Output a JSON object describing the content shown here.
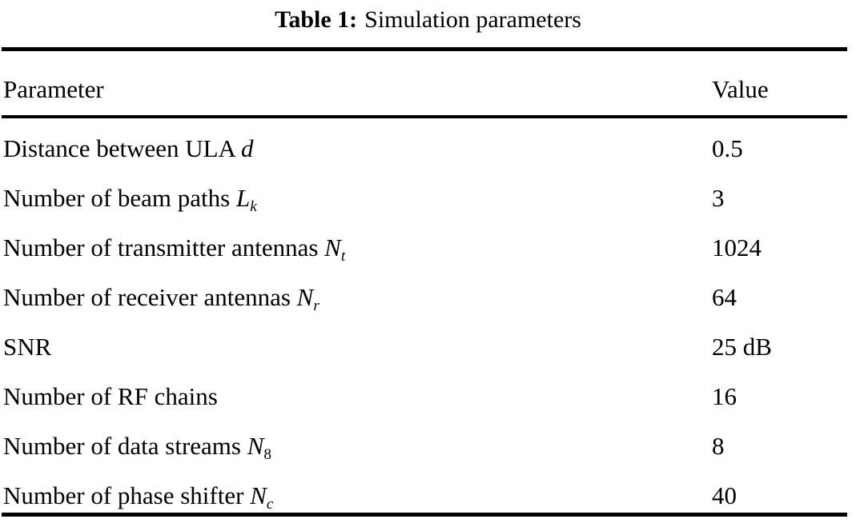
{
  "caption": {
    "label": "Table 1:",
    "text": "Simulation parameters"
  },
  "table": {
    "columns": [
      "Parameter",
      "Value"
    ],
    "header": {
      "parameter": "Parameter",
      "value": "Value"
    },
    "rows": [
      {
        "parameter_text": "Distance between ULA d",
        "parameter_prefix": "Distance between ULA ",
        "symbol": "d",
        "subscript": "",
        "value": "0.5"
      },
      {
        "parameter_text": "Number of beam paths Lk",
        "parameter_prefix": "Number of beam paths ",
        "symbol": "L",
        "subscript": "k",
        "value": "3"
      },
      {
        "parameter_text": "Number of transmitter antennas Nt",
        "parameter_prefix": "Number of transmitter antennas ",
        "symbol": "N",
        "subscript": "t",
        "value": "1024"
      },
      {
        "parameter_text": "Number of receiver antennas Nr",
        "parameter_prefix": "Number of receiver antennas ",
        "symbol": "N",
        "subscript": "r",
        "value": "64"
      },
      {
        "parameter_text": "SNR",
        "parameter_prefix": "SNR",
        "symbol": "",
        "subscript": "",
        "value": "25 dB"
      },
      {
        "parameter_text": "Number of RF chains",
        "parameter_prefix": "Number of RF chains",
        "symbol": "",
        "subscript": "",
        "value": "16"
      },
      {
        "parameter_text": "Number of data streams N8",
        "parameter_prefix": "Number of data streams ",
        "symbol": "N",
        "subscript": "8",
        "value": "8"
      },
      {
        "parameter_text": "Number of phase shifter Nc",
        "parameter_prefix": "Number of phase shifter ",
        "symbol": "N",
        "subscript": "c",
        "value": "40"
      }
    ]
  },
  "style": {
    "background": "#ffffff",
    "text_color": "#000000",
    "rule_color": "#000000"
  }
}
